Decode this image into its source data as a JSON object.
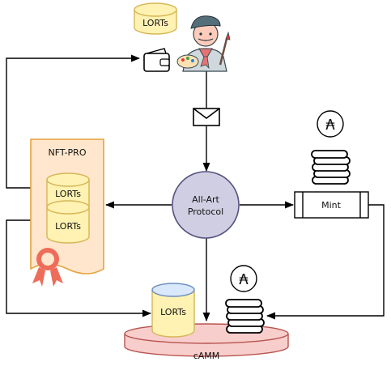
{
  "labels": {
    "top_token": "LORTs",
    "nft_title": "NFT-PRO",
    "nft_token_1": "LORTs",
    "nft_token_2": "LORTs",
    "protocol_line1": "All-Art",
    "protocol_line2": "Protocol",
    "mint": "Mint",
    "pool_token": "LORTs",
    "camm": "cAMM",
    "ada_symbol_1": "₳",
    "ada_symbol_2": "₳"
  },
  "colors": {
    "token_fill": "#fff2b3",
    "token_stroke": "#d6b656",
    "nft_fill": "#ffe6cc",
    "nft_stroke": "#e6a23c",
    "protocol_fill": "#d0cee2",
    "protocol_stroke": "#56517e",
    "camm_fill": "#f8cecc",
    "camm_stroke": "#b85450",
    "pool_token_top": "#dae8fc",
    "ribbon": "#ee6d5a"
  },
  "icons": [
    "artist-icon",
    "wallet-icon",
    "envelope-icon",
    "ada-coin-icon",
    "coin-stack-icon",
    "rosette-icon"
  ]
}
